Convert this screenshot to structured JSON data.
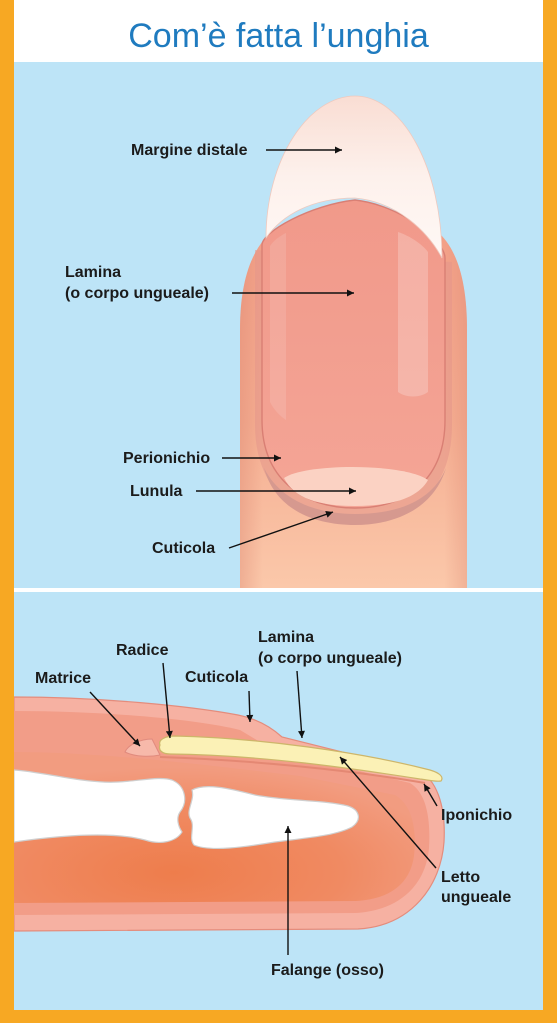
{
  "title": "Com’è fatta l’unghia",
  "top_view": {
    "margine_distale": "Margine distale",
    "lamina": [
      "Lamina",
      "(o corpo ungueale)"
    ],
    "perionichio": "Perionichio",
    "lunula": "Lunula",
    "cuticola": "Cuticola"
  },
  "side_view": {
    "radice": "Radice",
    "lamina": [
      "Lamina",
      "(o corpo ungueale)"
    ],
    "matrice": "Matrice",
    "cuticola": "Cuticola",
    "iponichio": "Iponichio",
    "letto_ungueale": [
      "Letto",
      "ungueale"
    ],
    "falange": "Falange (osso)"
  },
  "colors": {
    "frame": "#f7a823",
    "title": "#1f7bbf",
    "panel": "#bde4f7",
    "nail_side": "#fbf1b6",
    "bone": "#ffffff",
    "label_text": "#1b1b1b"
  }
}
